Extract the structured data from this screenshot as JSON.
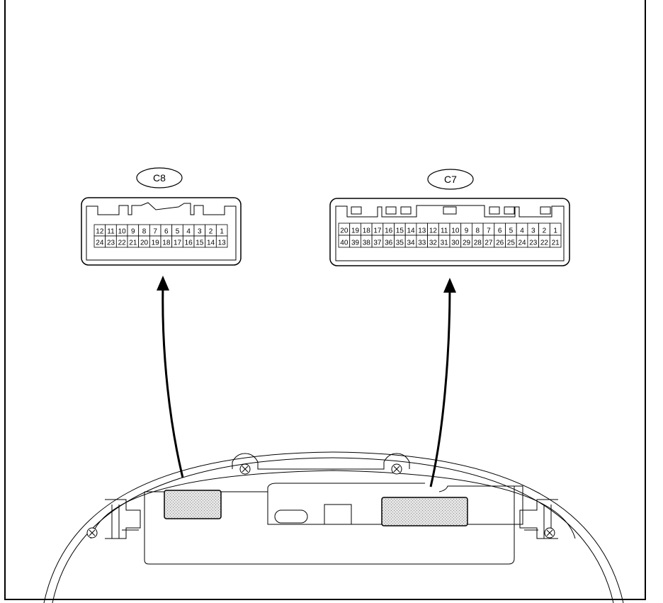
{
  "connectors": [
    {
      "label": "C8",
      "top_row": [
        "12",
        "11",
        "10",
        "9",
        "8",
        "7",
        "6",
        "5",
        "4",
        "3",
        "2",
        "1"
      ],
      "bottom_row": [
        "24",
        "23",
        "22",
        "21",
        "20",
        "19",
        "18",
        "17",
        "16",
        "15",
        "14",
        "13"
      ]
    },
    {
      "label": "C7",
      "top_row": [
        "20",
        "19",
        "18",
        "17",
        "16",
        "15",
        "14",
        "13",
        "12",
        "11",
        "10",
        "9",
        "8",
        "7",
        "6",
        "5",
        "4",
        "3",
        "2",
        "1"
      ],
      "bottom_row": [
        "40",
        "39",
        "38",
        "37",
        "36",
        "35",
        "34",
        "33",
        "32",
        "31",
        "30",
        "29",
        "28",
        "27",
        "26",
        "25",
        "24",
        "23",
        "22",
        "21"
      ]
    }
  ]
}
